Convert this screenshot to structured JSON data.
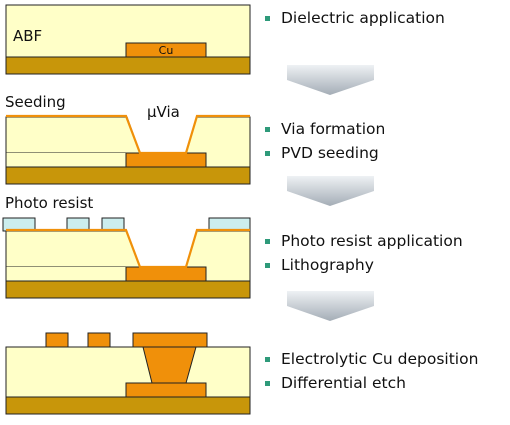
{
  "colors": {
    "dielectric": "#FFFFC8",
    "copper": "#F0900A",
    "substrate": "#C8960A",
    "photoresist": "#CCEEEE",
    "outline": "#222222",
    "bullet": "#2E9A7A",
    "arrow_light": "#E4E8EC",
    "arrow_dark": "#A8B0B8"
  },
  "steps": [
    {
      "stage_label": "ABF",
      "copper_label": "Cu",
      "bullets": [
        "Dielectric application"
      ]
    },
    {
      "stage_label": "Seeding",
      "via_label": "μVia",
      "bullets": [
        "Via formation",
        "PVD seeding"
      ]
    },
    {
      "stage_label": "Photo resist",
      "bullets": [
        "Photo resist application",
        "Lithography"
      ]
    },
    {
      "bullets": [
        "Electrolytic Cu deposition",
        "Differential etch"
      ]
    }
  ]
}
